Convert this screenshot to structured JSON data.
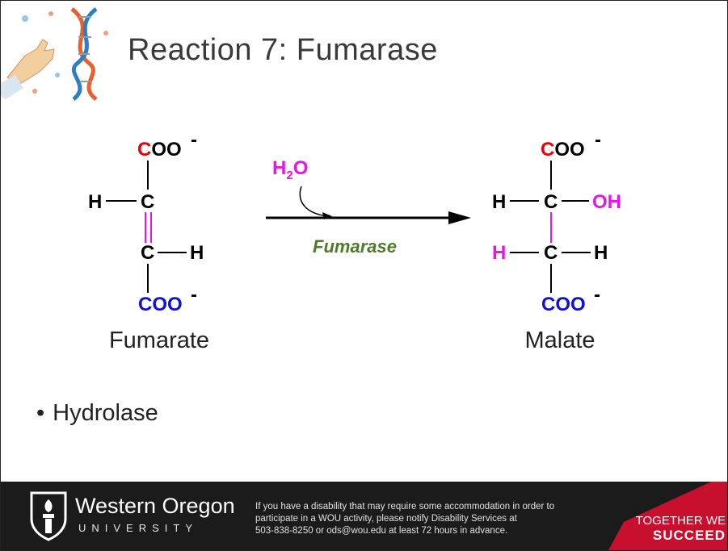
{
  "slide": {
    "title": "Reaction 7: Fumarase",
    "bullet": "Hydrolase"
  },
  "reaction": {
    "reactant": {
      "name": "Fumarate",
      "top_group_c": "C",
      "top_group_rest": "OO",
      "charge": "-",
      "left_h": "H",
      "c_upper": "C",
      "c_lower": "C",
      "right_h": "H",
      "bottom_group": "COO"
    },
    "reagent": {
      "h": "H",
      "sub": "2",
      "o": "O"
    },
    "enzyme": "Fumarase",
    "product": {
      "name": "Malate",
      "top_group_c": "C",
      "top_group_rest": "OO",
      "charge": "-",
      "left_h_upper": "H",
      "c_upper": "C",
      "oh": "OH",
      "left_h_lower": "H",
      "c_lower": "C",
      "right_h_lower": "H",
      "bottom_group": "COO"
    },
    "colors": {
      "red": "#e8000b",
      "blue": "#1010d8",
      "magenta": "#ee11ee",
      "black": "#000000",
      "enzyme_green": "#4f7a2e"
    }
  },
  "footer": {
    "university_name": "Western Oregon",
    "university_sub": "UNIVERSITY",
    "notice_line1": "If you have a disability that may require some accommodation in order to",
    "notice_line2": "participate in a WOU activity, please notify Disability Services at",
    "notice_line3": "503-838-8250 or ods@wou.edu at least 72 hours in advance.",
    "tagline_1": "TOGETHER WE",
    "tagline_2": "SUCCEED",
    "icons": [
      "torch-shield-icon",
      "dna-icon",
      "hand-icon"
    ],
    "colors": {
      "footer_bg": "#1b1b1b",
      "accent_red": "#c8102e"
    }
  }
}
